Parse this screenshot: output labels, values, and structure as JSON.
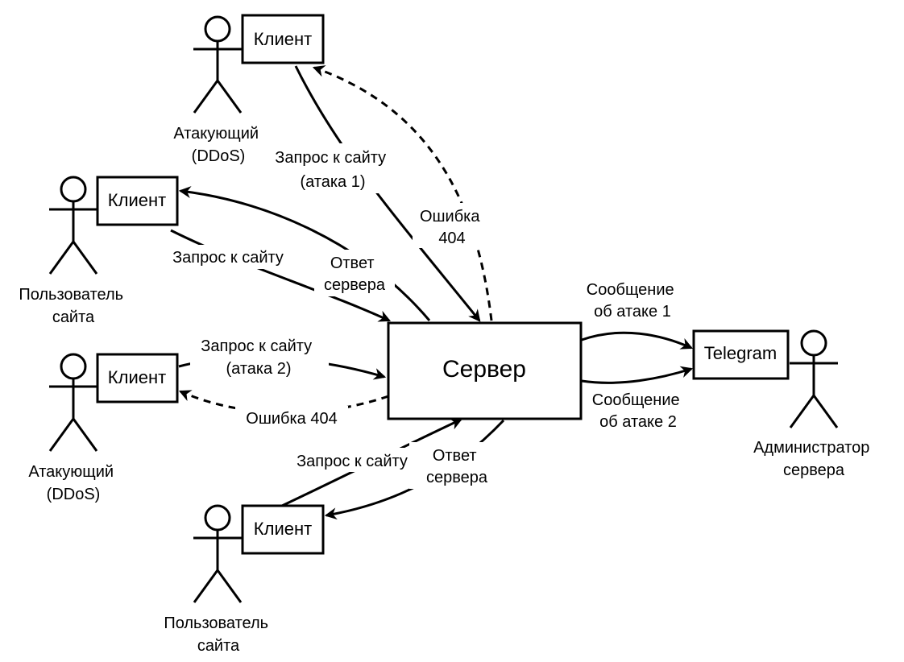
{
  "server": {
    "label": "Сервер"
  },
  "telegram": {
    "label": "Telegram"
  },
  "clients": [
    {
      "label": "Клиент",
      "actor_lines": [
        "Атакующий",
        "(DDoS)"
      ]
    },
    {
      "label": "Клиент",
      "actor_lines": [
        "Пользователь",
        "сайта"
      ]
    },
    {
      "label": "Клиент",
      "actor_lines": [
        "Атакующий",
        "(DDoS)"
      ]
    },
    {
      "label": "Клиент",
      "actor_lines": [
        "Пользователь",
        "сайта"
      ]
    }
  ],
  "admin": {
    "actor_lines": [
      "Администратор",
      "сервера"
    ]
  },
  "edges": {
    "attack1_request": [
      "Запрос к сайту",
      "(атака 1)"
    ],
    "attack1_error": [
      "Ошибка",
      "404"
    ],
    "user1_request": [
      "Запрос к сайту"
    ],
    "user1_response": [
      "Ответ",
      "сервера"
    ],
    "attack2_request": [
      "Запрос к сайту",
      "(атака 2)"
    ],
    "attack2_error": [
      "Ошибка 404"
    ],
    "user2_request": [
      "Запрос к сайту"
    ],
    "user2_response": [
      "Ответ",
      "сервера"
    ],
    "msg_attack1": [
      "Сообщение",
      "об атаке 1"
    ],
    "msg_attack2": [
      "Сообщение",
      "об атаке 2"
    ]
  }
}
